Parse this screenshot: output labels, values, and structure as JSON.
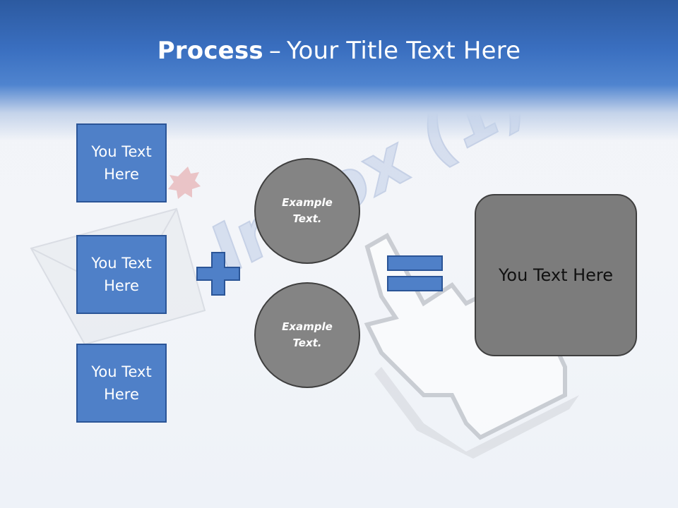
{
  "title": {
    "bold": "Process",
    "separator": "–",
    "rest": "Your Title Text Here"
  },
  "left_boxes": [
    {
      "label": "You Text Here"
    },
    {
      "label": "You Text Here"
    },
    {
      "label": "You Text Here"
    }
  ],
  "circles": [
    {
      "label": "Example Text."
    },
    {
      "label": "Example Text."
    }
  ],
  "result": {
    "label": "You Text Here"
  },
  "background_art": {
    "word": "Inbox (1)"
  },
  "icons": {
    "plus": "plus-icon",
    "equals": "equals-icon",
    "envelope": "envelope-icon",
    "cursor": "hand-cursor-icon"
  },
  "colors": {
    "header": "#3a6fc0",
    "box_fill": "#4f80c8",
    "box_border": "#2b5597",
    "circle_fill": "#848484",
    "result_fill": "#7c7c7c"
  }
}
